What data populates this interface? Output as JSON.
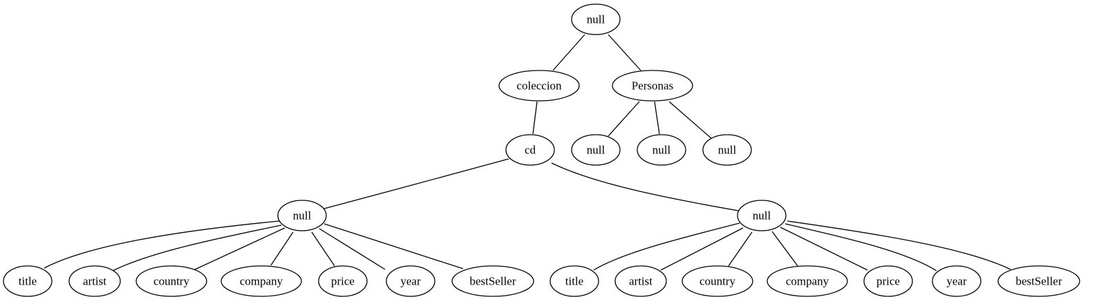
{
  "tree": {
    "root": {
      "label": "null",
      "children": [
        {
          "label": "coleccion",
          "children": [
            {
              "label": "cd",
              "children": [
                {
                  "label": "null",
                  "children": [
                    {
                      "label": "title"
                    },
                    {
                      "label": "artist"
                    },
                    {
                      "label": "country"
                    },
                    {
                      "label": "company"
                    },
                    {
                      "label": "price"
                    },
                    {
                      "label": "year"
                    },
                    {
                      "label": "bestSeller"
                    }
                  ]
                },
                {
                  "label": "null",
                  "children": [
                    {
                      "label": "title"
                    },
                    {
                      "label": "artist"
                    },
                    {
                      "label": "country"
                    },
                    {
                      "label": "company"
                    },
                    {
                      "label": "price"
                    },
                    {
                      "label": "year"
                    },
                    {
                      "label": "bestSeller"
                    }
                  ]
                }
              ]
            }
          ]
        },
        {
          "label": "Personas",
          "children": [
            {
              "label": "null"
            },
            {
              "label": "null"
            },
            {
              "label": "null"
            }
          ]
        }
      ]
    }
  }
}
